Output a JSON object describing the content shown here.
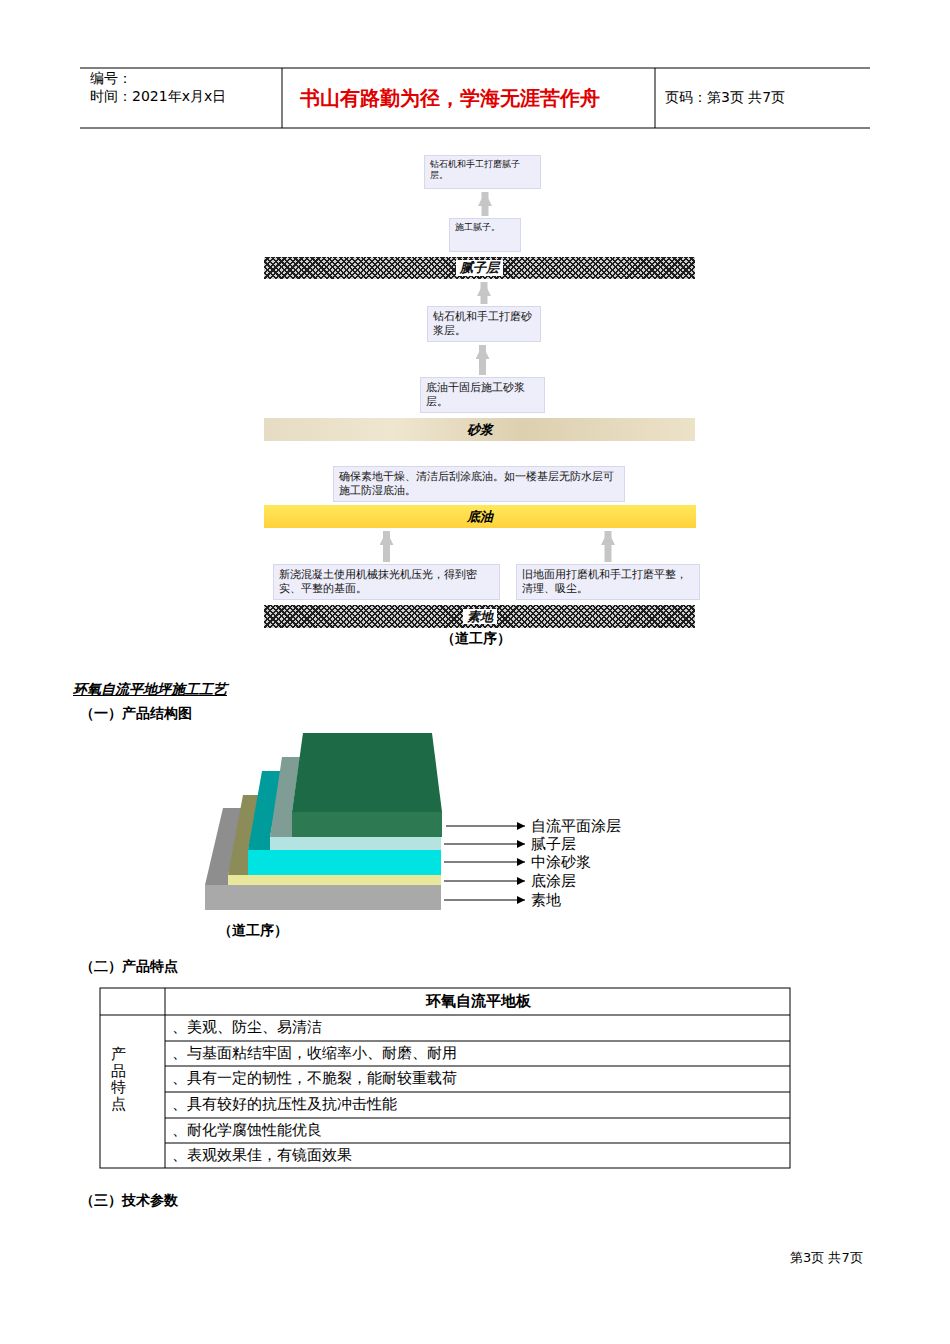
{
  "diagram": {
    "nodes": [
      {
        "text": [
          "钻石机和手工打磨腻子层。"
        ]
      },
      {
        "text": [
          "施工腻子。"
        ]
      },
      {
        "text": [
          "腻子层"
        ]
      },
      {
        "text": [
          "钻石机和手工打磨砂浆层。"
        ]
      },
      {
        "text": [
          "底油干固后施工砂浆层。"
        ]
      },
      {
        "text": [
          "砂浆"
        ]
      },
      {
        "text": [
          "确保素地干燥、清洁后刮涂底油。如一楼基层无防水层可施工防湿底油。"
        ]
      },
      {
        "text": [
          "底油"
        ]
      },
      {
        "text": [
          "新浇混凝土使用机械抹光机压光，得到密实、平整的基面。"
        ]
      },
      {
        "text": [
          "旧地面用打磨机和手工打磨平整，清理、吸尘。"
        ]
      },
      {
        "text": [
          "素地"
        ]
      }
    ],
    "edges": [
      {
        "from": 8,
        "to": 7,
        "arrow": "to"
      },
      {
        "from": 9,
        "to": 7,
        "arrow": "to"
      },
      {
        "from": 4,
        "to": 3,
        "arrow": "to"
      },
      {
        "from": 3,
        "to": 2,
        "arrow": "to"
      },
      {
        "from": 1,
        "to": 0,
        "arrow": "to"
      }
    ],
    "labels": [
      "编号：",
      "时间：2021年x月x日",
      "书山有路勤为径，学海无涯苦作舟",
      "页码：第3页 共7页",
      "（道工序）",
      "环氧自流平地坪施工工艺",
      "（一）产品结构图",
      "自流平面涂层",
      "腻子层",
      "中涂砂浆",
      "底涂层",
      "素地",
      "（道工序）",
      "（二）产品特点",
      "环氧自流平地板",
      "产品特点",
      "、美观、防尘、易清洁",
      "、与基面粘结牢固，收缩率小、耐磨、耐用",
      "、具有一定的韧性，不脆裂，能耐较重载荷",
      "、具有较好的抗压性及抗冲击性能",
      "、耐化学腐蚀性能优良",
      "、表观效果佳，有镜面效果",
      "（三）技术参数",
      "第3页 共7页"
    ]
  }
}
